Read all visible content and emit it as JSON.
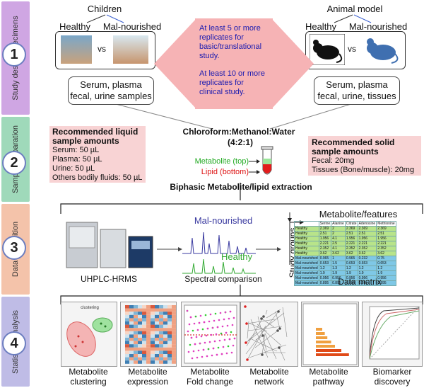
{
  "steps": [
    {
      "num": "1",
      "label": "Study design/specimens",
      "color": "#cfa6e3"
    },
    {
      "num": "2",
      "label": "Sample preparation",
      "color": "#9fd9ba"
    },
    {
      "num": "3",
      "label": "Data acquisition",
      "color": "#f4c3aa"
    },
    {
      "num": "4",
      "label": "Statistical analysis",
      "color": "#bfbce6"
    }
  ],
  "study": {
    "children_title": "Children",
    "children_healthy": "Healthy",
    "children_mal": "Mal-nourished",
    "vs": "vs",
    "animal_title": "Animal model",
    "animal_healthy": "Healthy",
    "animal_mal": "Mal-nourished",
    "arrow_text_1": "At least 5 or more replicates for basic/translational study.",
    "arrow_text_2": "At least 10 or more replicates for clinical study.",
    "left_samples": "Serum, plasma fecal, urine samples",
    "right_samples": "Serum, plasma fecal, urine, tissues"
  },
  "prep": {
    "liquid_title": "Recommended liquid sample amounts",
    "liquid_items": [
      "Serum: 50 µL",
      "Plasma: 50 µL",
      "Urine: 50 µL",
      "Others bodily fluids: 50 µL"
    ],
    "solvent": "Chloroform:Methanol:Water",
    "ratio": "(4:2:1)",
    "metabolite_top": "Metabolite (top)",
    "lipid_bottom": "Lipid (bottom)",
    "extraction": "Biphasic Metabolite/lipid extraction",
    "solid_title": "Recommended solid sample amounts",
    "solid_items": [
      "Fecal: 20mg",
      "Tissues (Bone/muscle): 20mg"
    ]
  },
  "acq": {
    "instrument": "UHPLC-HRMS",
    "spectral_mal": "Mal-nourished",
    "spectral_healthy": "Healthy",
    "spectral_caption": "Spectral comparison",
    "features": "Metabolite/features",
    "groups": "Study groups",
    "matrix_caption": "Data matrix",
    "matrix_header": [
      "Serine",
      "Alanine",
      "Citrate",
      "Adenosine",
      "Methionine"
    ],
    "matrix_rows": [
      [
        "Healthy",
        "2.369",
        "2",
        "2.369",
        "2.369",
        "2.369"
      ],
      [
        "Healthy",
        "2.51",
        "2",
        "2.51",
        "2.51",
        "2.51"
      ],
      [
        "Healthy",
        "1.956",
        "4.1",
        "1.956",
        "1.956",
        "1.956"
      ],
      [
        "Healthy",
        "2.221",
        "2.5",
        "2.221",
        "2.221",
        "2.221"
      ],
      [
        "Healthy",
        "2.352",
        "4.1",
        "2.352",
        "2.352",
        "2.352"
      ],
      [
        "Healthy",
        "3.62",
        "3.62",
        "3.62",
        "3.62",
        "3.62"
      ],
      [
        "Mal-nourished",
        "0.965",
        "1",
        "0.965",
        "0.232",
        "0.75"
      ],
      [
        "Mal-nourished",
        "0.653",
        "1.5",
        "0.653",
        "0.653",
        "0.653"
      ],
      [
        "Mal-nourished",
        "1.2",
        "1.3",
        "1.2",
        "1.2",
        "1.2"
      ],
      [
        "Mal-nourished",
        "1.9",
        "1.9",
        "1.9",
        "1.9",
        "1.9"
      ],
      [
        "Mal-nourished",
        "0.956",
        "0.956",
        "0.956",
        "0.956",
        "0.956"
      ],
      [
        "Mal-nourished",
        "0.895",
        "0.895",
        "0.895",
        "0.895",
        "0.895"
      ]
    ]
  },
  "analysis": {
    "plot_clustering_title": "clustering",
    "captions": [
      "Metabolite clustering",
      "Metabolite expression",
      "Metabolite Fold change",
      "Metabolite network",
      "Metabolite pathway",
      "Biomarker discovery"
    ]
  },
  "colors": {
    "arrow": "#f6b3b5",
    "pink_box": "#f8d3d4",
    "metabolite": "#22aa22",
    "lipid": "#dd1111",
    "spectrum_blue": "#3a3aa0",
    "spectrum_green": "#33aa33",
    "matrix_green": "#b8e48a",
    "matrix_blue": "#7fc8e6"
  }
}
